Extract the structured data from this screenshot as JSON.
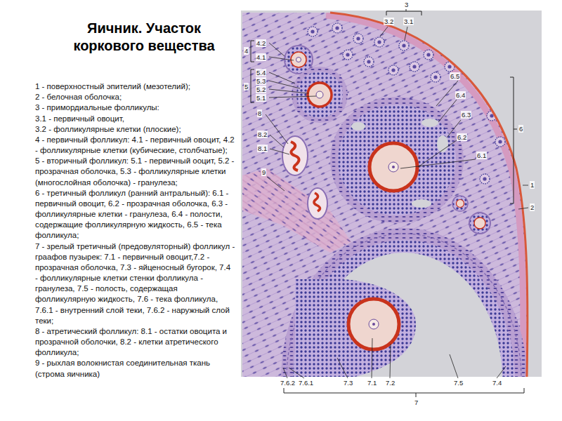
{
  "diagram": {
    "title": "Яичник. Участок коркового вещества",
    "labels": [
      "1 - поверхностный эпителий (мезотелий);",
      "2 - белочная оболочка;",
      "3 - примордиальные фолликулы:",
      "3.1 - первичный овоцит,",
      "3.2 - фолликулярные клетки (плоские);",
      "4 - первичный фолликул: 4.1 - первичный овоцит, 4.2 - фолликулярные клетки (кубические, столбчатые);",
      "5 - вторичный фолликул: 5.1 - первичный ооцит, 5.2 - прозрачная оболочка, 5.3 - фолликулярные клетки (многослойная оболочка) - гранулеза;",
      "6 - третичный фолликул (ранний антральный): 6.1 - первичный овоцит, 6.2 - прозрачная оболочка, 6.3 - фолликулярные клетки - гранулеза, 6.4 - полости, содержащие фолликулярную жидкость, 6.5 - тека фолликула;",
      "7 - зрелый третичный (предовуляторный) фолликул - граафов пузырек: 7.1 - первичный овоцит,7.2 - прозрачная оболочка, 7.3 - яйценосный бугорок, 7.4 - фолликулярные клетки стенки фолликула - гранулеза, 7.5 - полость, содержащая фолликулярную жидкость, 7.6 - тека фолликула, 7.6.1 - внутренний слой теки, 7.6.2 - наружный слой теки;",
      "8 - атретический фолликул: 8.1 - остатки овоцита и прозрачной оболочки, 8.2 - клетки атретического фолликула;",
      "9 - рыхлая волокнистая соединительная ткань (строма яичника)",
      "3",
      "3.2",
      "3.1",
      "4",
      "4.2",
      "4.1",
      "5",
      "5.4",
      "5.3",
      "5.2",
      "5.1",
      "8",
      "8.2",
      "8.1",
      "9",
      "6.5",
      "6.4",
      "6.3",
      "6.2",
      "6.1",
      "6",
      "1",
      "2",
      "7.6.2",
      "7.6.1",
      "7.3",
      "7.1",
      "7.2",
      "7.5",
      "7.4",
      "7"
    ]
  }
}
